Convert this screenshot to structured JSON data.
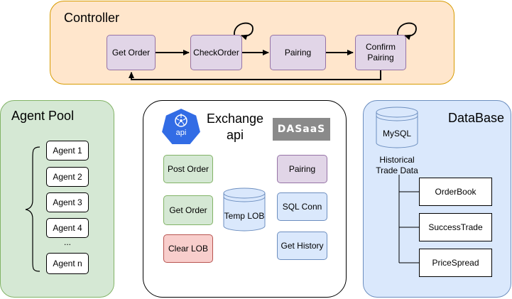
{
  "colors": {
    "controller_fill": "#ffe6cc",
    "controller_stroke": "#d79b00",
    "agentpool_fill": "#d5e8d4",
    "agentpool_stroke": "#82b366",
    "database_fill": "#dae8fc",
    "database_stroke": "#6c8ebf",
    "purple_fill": "#e1d5e7",
    "green_fill": "#d5e8d4",
    "red_fill": "#f8cecc",
    "blue_fill": "#dae8fc",
    "kubernetes_blue": "#326ce5",
    "dasaas_gray": "#8a8a8a"
  },
  "controller": {
    "title": "Controller",
    "nodes": [
      "Get Order",
      "CheckOrder",
      "Pairing",
      "Confirm Pairing"
    ]
  },
  "agent_pool": {
    "title": "Agent Pool",
    "agents": [
      "Agent 1",
      "Agent 2",
      "Agent 3",
      "Agent 4",
      "...",
      "Agent n"
    ]
  },
  "exchange": {
    "title_line1": "Exchange",
    "title_line2": "api",
    "api_badge": "api",
    "logo_text": "DASaaS",
    "left_nodes": [
      "Post Order",
      "Get Order",
      "Clear LOB"
    ],
    "store": "Temp LOB",
    "right_nodes": [
      "Pairing",
      "SQL Conn",
      "Get History"
    ]
  },
  "database": {
    "title": "DataBase",
    "db": "MySQL",
    "historical_line1": "Historical",
    "historical_line2": "Trade Data",
    "tables": [
      "OrderBook",
      "SuccessTrade",
      "PriceSpread"
    ]
  }
}
